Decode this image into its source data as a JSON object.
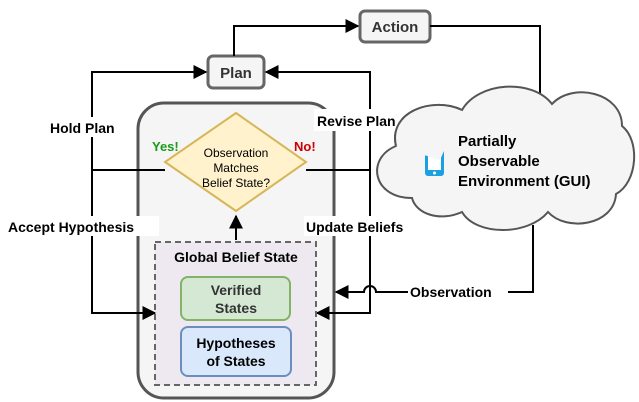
{
  "nodes": {
    "action": "Action",
    "plan": "Plan",
    "diamond": [
      "Observation",
      "Matches",
      "Belief State?"
    ],
    "environment": [
      "Partially",
      "Observable",
      "Environment (GUI)"
    ],
    "belief_state_title": "Global Belief State",
    "verified_states": [
      "Verified",
      "States"
    ],
    "hypotheses": [
      "Hypotheses",
      "of States"
    ]
  },
  "edges": {
    "hold_plan": "Hold Plan",
    "revise_plan": "Revise Plan",
    "yes": "Yes!",
    "no": "No!",
    "accept_hypothesis": "Accept Hypothesis",
    "update_beliefs": "Update Beliefs",
    "observation": "Observation"
  },
  "colors": {
    "yes": "#1a9c1a",
    "no": "#cc0000",
    "diamond_fill": "#fff2cc",
    "diamond_stroke": "#d6b656",
    "verified_fill": "#d5e8d4",
    "verified_stroke": "#82b366",
    "hypo_fill": "#dae8fc",
    "hypo_stroke": "#6c8ebf",
    "phone_icon": "#1ba1e2"
  },
  "icons": [
    "phone-icon"
  ]
}
